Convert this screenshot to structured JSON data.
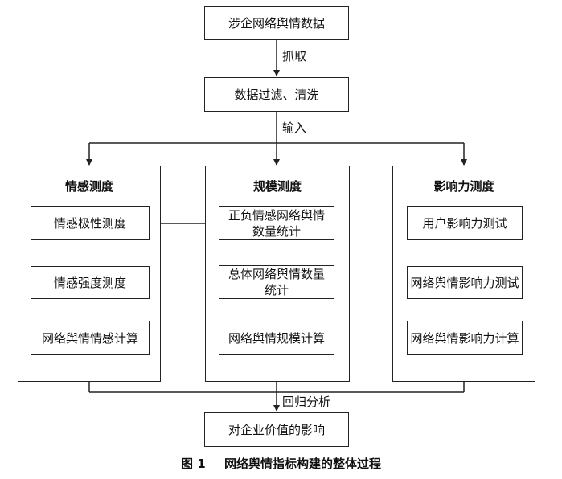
{
  "nodes": {
    "data_source": "涉企网络舆情数据",
    "filter": "数据过滤、清洗",
    "impact": "对企业价值的影响"
  },
  "edges": {
    "fetch": "抓取",
    "input": "输入",
    "regression": "回归分析"
  },
  "panels": {
    "emotion": {
      "title": "情感测度",
      "steps": [
        "情感极性测度",
        "情感强度测度",
        "网络舆情情感计算"
      ]
    },
    "scale": {
      "title": "规模测度",
      "steps": [
        "正负情感网络舆情数量统计",
        "总体网络舆情数量统计",
        "网络舆情规模计算"
      ]
    },
    "influence": {
      "title": "影响力测度",
      "steps": [
        "用户影响力测试",
        "网络舆情影响力测试",
        "网络舆情影响力计算"
      ]
    }
  },
  "caption": {
    "label": "图 1",
    "text": "网络舆情指标构建的整体过程"
  }
}
